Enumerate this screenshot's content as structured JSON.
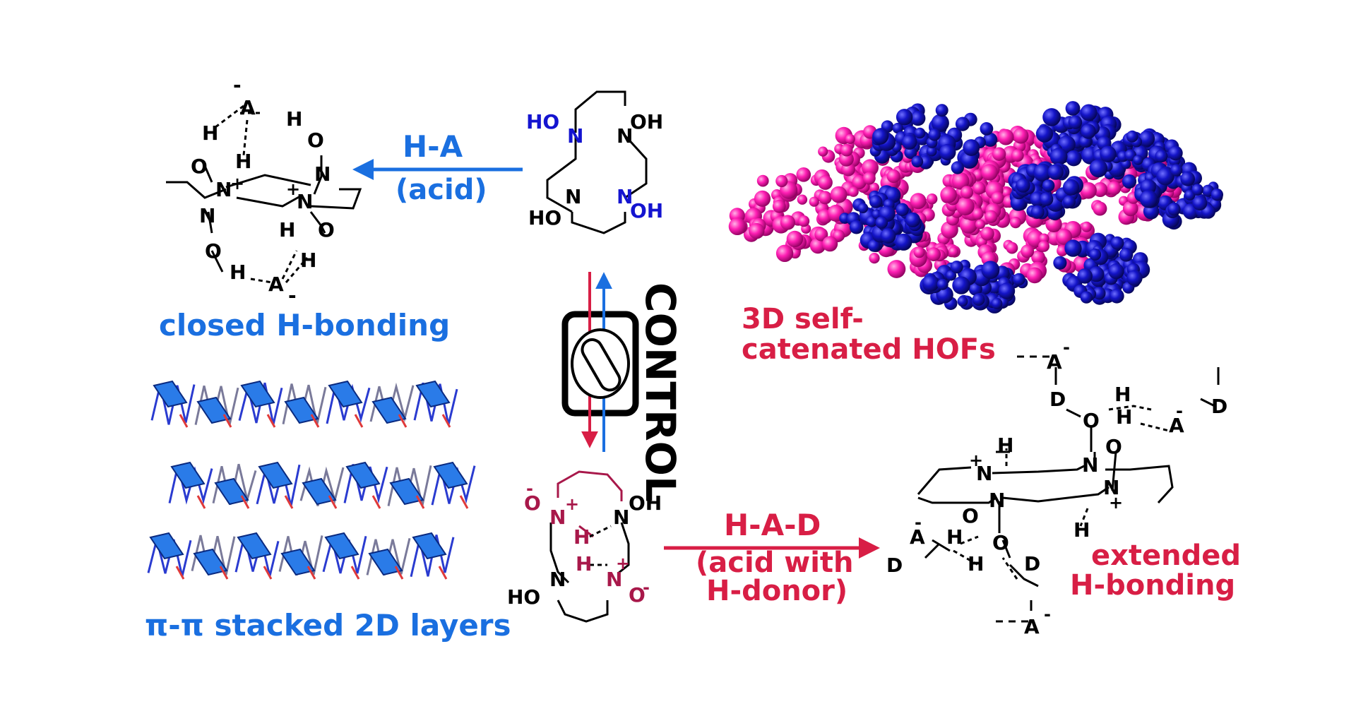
{
  "colors": {
    "blue": "#1a6fe0",
    "red": "#d81e45",
    "dark_blue": "#1414b0",
    "magenta": "#ff1fb4",
    "maroon": "#a8184a",
    "black": "#000000"
  },
  "top_center_molecule": {
    "atoms": {
      "oh_tl": "HO",
      "n_tl": "N",
      "n_tr": "N",
      "oh_tr": "OH",
      "n_bl": "N",
      "ho_bl": "HO",
      "n_br": "N",
      "oh_br": "OH"
    }
  },
  "top_left_molecule": {
    "atoms": {
      "minus_top": "-",
      "a_top": "A",
      "h_top_right": "H",
      "h_left": "H",
      "o_top_right": "O",
      "o_left": "O",
      "h_inner": "H",
      "n_plus_left": "N",
      "plus_left": "+",
      "n_right": "N",
      "plus_right": "+",
      "n_plus_right": "N",
      "n_left_low": "N",
      "h_low_mid": "H",
      "o_right_low": "O",
      "h_right_low": "H",
      "o_low_left": "O",
      "h_bottom": "H",
      "a_bottom": "A",
      "minus_bottom": "-"
    }
  },
  "labels": {
    "h_a": "H-A",
    "acid": "(acid)",
    "closed_h_bonding": "closed H-bonding",
    "control": "CONTROL",
    "hofs_line1": "3D self-",
    "hofs_line2": "catenated HOFs",
    "pi_stacked": "π-π stacked 2D layers",
    "h_a_d": "H-A-D",
    "acid_with_line1": "(acid with",
    "acid_with_line2": "H-donor)",
    "extended_line1": "extended",
    "extended_line2": "H-bonding"
  },
  "bottom_center_molecule": {
    "atoms": {
      "o_minus": "O",
      "minus": "-",
      "n_plus_tl": "N",
      "plus_tl": "+",
      "h_tl": "H",
      "n_tr": "N",
      "oh_tr": "OH",
      "n_bl": "N",
      "ho_bl": "HO",
      "h_br": "H",
      "n_plus_br": "N",
      "plus_br": "+",
      "o_minus_br": "O",
      "minus_br": "-"
    }
  },
  "bottom_right_molecule": {
    "atoms": {
      "a_top": "A",
      "minus_top": "-",
      "d_top": "D",
      "o_top": "O",
      "h_top": "H",
      "h_mid": "H",
      "a_right": "A",
      "minus_right": "-",
      "d_right": "D",
      "h_upper": "H",
      "n_plus_left": "N",
      "plus_left": "+",
      "n_center_top": "N",
      "o_center": "O",
      "n_plus_right": "N",
      "plus_right": "+",
      "n_left_low": "N",
      "o_left_low": "O",
      "h_right_low": "H",
      "a_left": "A",
      "minus_left": "-",
      "h_left_a": "H",
      "d_left": "D",
      "o_bottom": "O",
      "h_bottom": "H",
      "d_bottom": "D",
      "a_bottom": "A",
      "minus_bottom": "-"
    }
  }
}
